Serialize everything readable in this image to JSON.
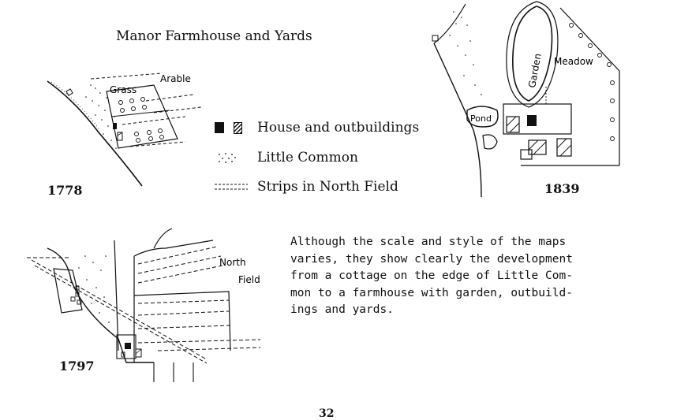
{
  "title": "Manor Farmhouse and Yards",
  "maps": {
    "m1778": {
      "year": "1778",
      "label_grass": "Grass",
      "label_arable": "Arable"
    },
    "m1839": {
      "year": "1839",
      "label_garden": "Garden",
      "label_meadow": "Meadow",
      "label_pond": "Pond"
    },
    "m1797": {
      "year": "1797",
      "label_north": "North",
      "label_field": "Field"
    }
  },
  "legend": [
    {
      "symbol": "house-and-outbuildings-symbol",
      "label": "House and outbuildings"
    },
    {
      "symbol": "little-common-dots-symbol",
      "label": "Little Common"
    },
    {
      "symbol": "strips-dashes-symbol",
      "label": "Strips in North Field"
    }
  ],
  "paragraph_lines": [
    "Although the scale and style of the maps",
    "varies, they show clearly the development",
    "from a cottage on the edge of Little Com-",
    "mon to a farmhouse with garden, outbuild-",
    "ings and yards."
  ],
  "page_number": "32",
  "colors": {
    "ink": "#111111",
    "paper": "#ffffff"
  }
}
